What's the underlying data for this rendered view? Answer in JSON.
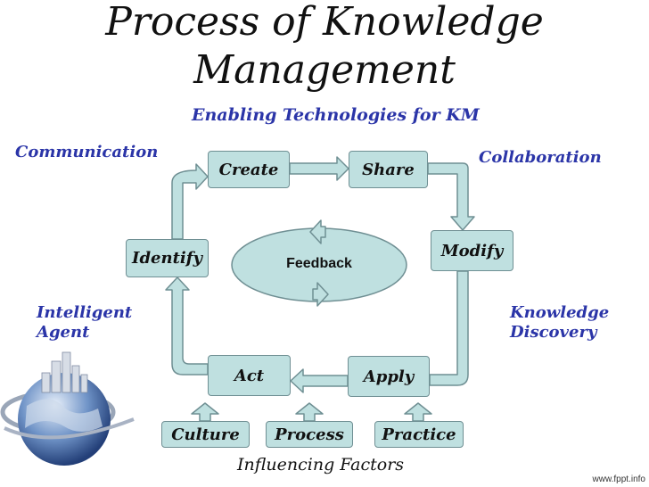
{
  "title": {
    "line1": "Process of Knowledge",
    "line2": "Management"
  },
  "subtitle": "Enabling Technologies for KM",
  "corners": {
    "communication": "Communication",
    "collaboration": "Collaboration",
    "intelligent_agent": [
      "Intelligent",
      "Agent"
    ],
    "knowledge_discovery": [
      "Knowledge",
      "Discovery"
    ]
  },
  "cycle": {
    "create": "Create",
    "share": "Share",
    "modify": "Modify",
    "apply": "Apply",
    "act": "Act",
    "identify": "Identify",
    "feedback": "Feedback"
  },
  "factors": {
    "culture": "Culture",
    "process": "Process",
    "practice": "Practice"
  },
  "footer": "Influencing Factors",
  "credit": "www.fppt.info",
  "colors": {
    "box_fill": "#bfe0e0",
    "box_border": "#6f8f93",
    "accent_text": "#2b35a8"
  },
  "icons": {
    "globe": "globe-city-icon"
  }
}
